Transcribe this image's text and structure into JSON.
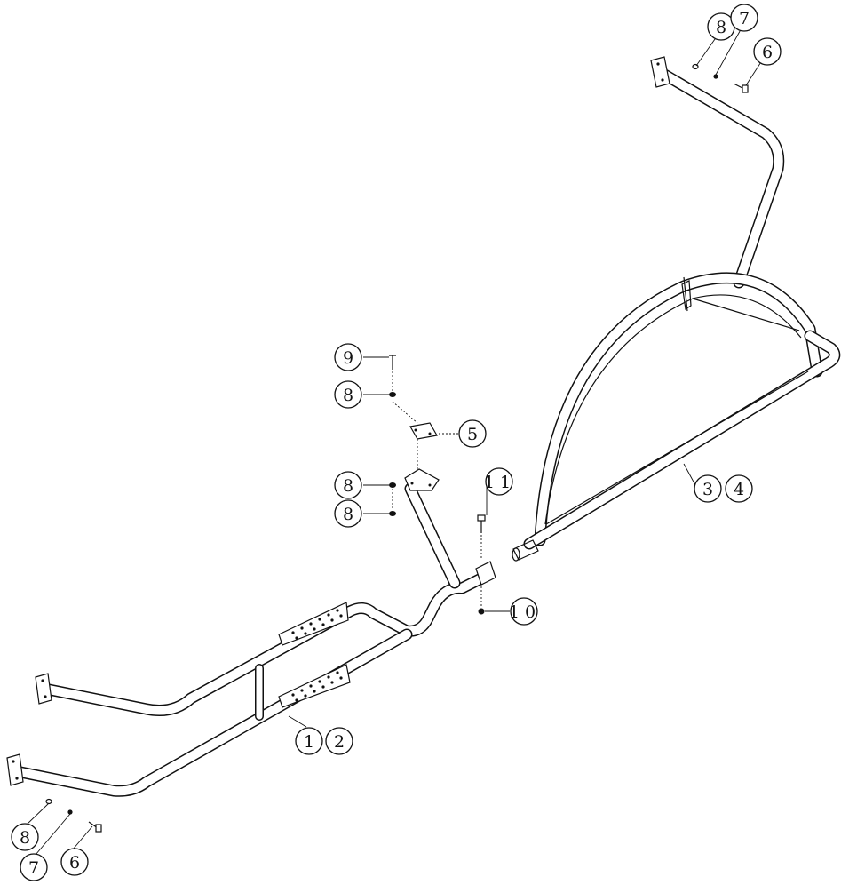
{
  "callouts": {
    "c8_top": "8",
    "c7_top": "7",
    "c6_top": "6",
    "c9": "9",
    "c8_a": "8",
    "c5": "5",
    "c8_b": "8",
    "c8_c": "8",
    "c11": "1 1",
    "c10": "1 0",
    "c3": "3",
    "c4": "4",
    "c1": "1",
    "c2": "2",
    "c8_bot": "8",
    "c7_bot": "7",
    "c6_bot": "6"
  }
}
